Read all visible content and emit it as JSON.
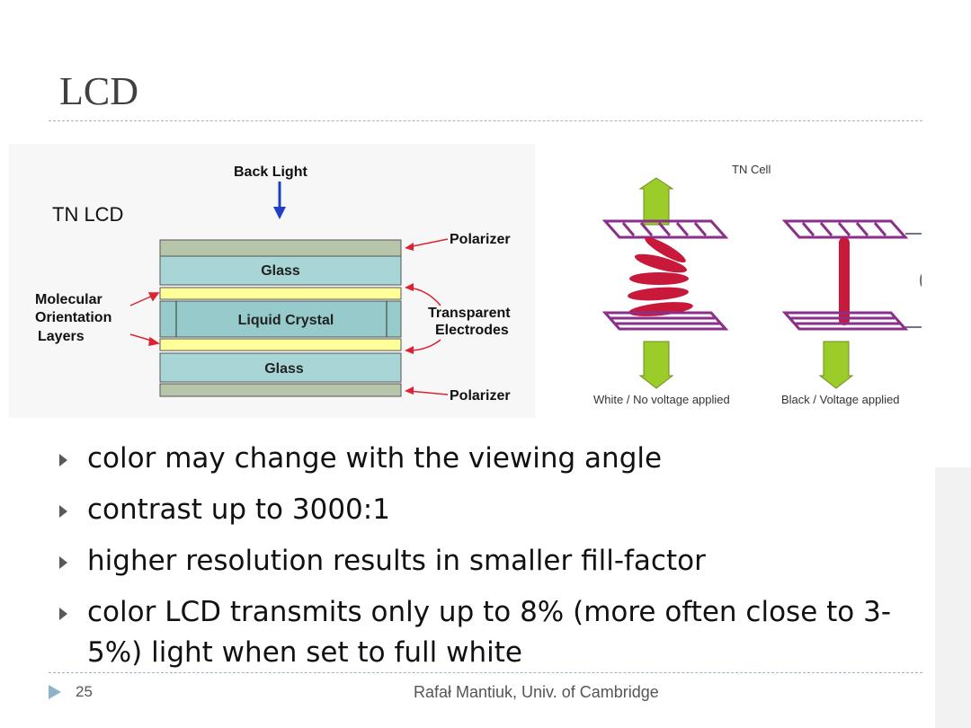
{
  "slide": {
    "title": "LCD",
    "page_number": "25",
    "footer": "Rafał Mantiuk, Univ. of Cambridge"
  },
  "diagram_left": {
    "label": "TN LCD",
    "back_light": "Back Light",
    "layers": [
      "Polarizer",
      "Glass",
      "Liquid Crystal",
      "Glass",
      "Polarizer"
    ],
    "side_left": [
      "Molecular",
      "Orientation",
      "Layers"
    ],
    "side_right": [
      "Polarizer",
      "Transparent",
      "Electrodes",
      "Polarizer"
    ]
  },
  "diagram_right": {
    "title": "TN Cell",
    "caption_left": "White / No voltage applied",
    "caption_right": "Black / Voltage applied"
  },
  "bullets": [
    "color may change with the viewing angle",
    "contrast up to 3000:1",
    "higher resolution results in smaller fill-factor",
    "color LCD transmits only up to 8% (more often close to 3-5%) light when set to full white"
  ],
  "colors": {
    "glass": "#a8d5d5",
    "polarizer": "#b7c6ab",
    "electrode": "#ffff99",
    "crystal": "#97cbcb",
    "rod": "#c8193a",
    "grid": "#8a2f8a",
    "arrow_green": "#9ccc2a"
  }
}
